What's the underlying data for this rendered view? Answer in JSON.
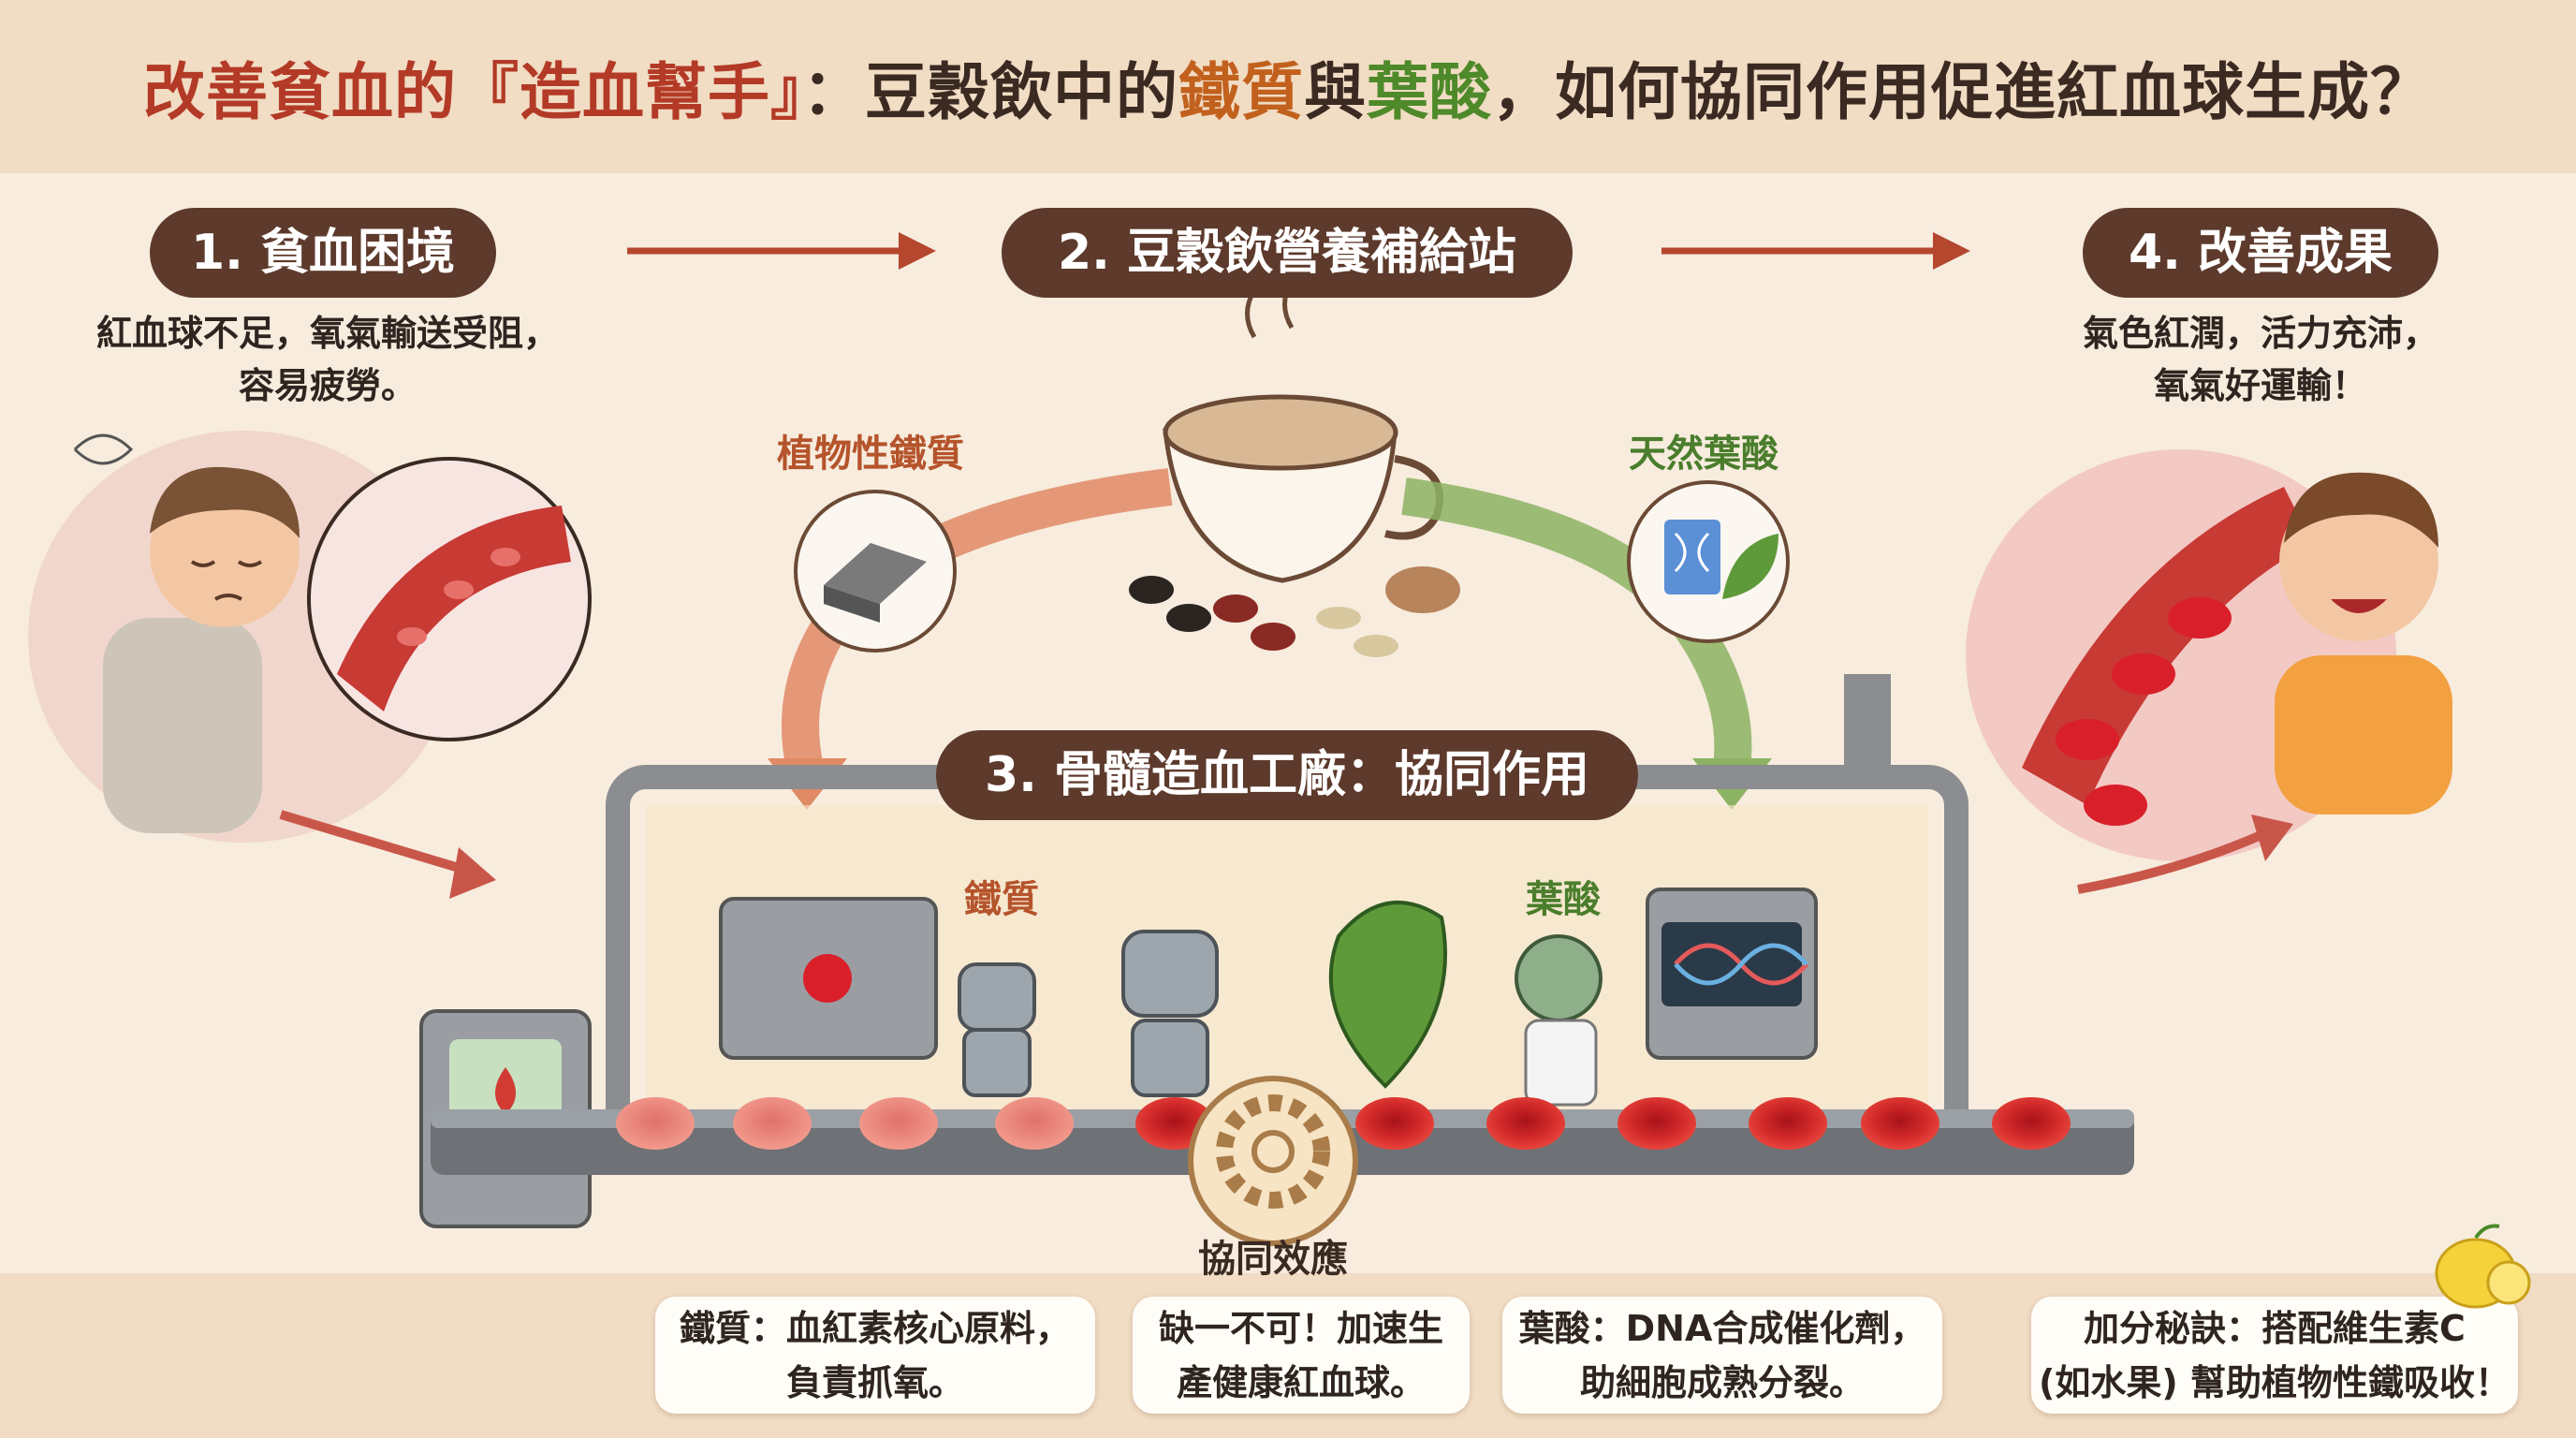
{
  "title": {
    "part1": "改善貧血的『造血幫手』",
    "part2": "：豆穀飲中的",
    "iron": "鐵質",
    "part3": "與",
    "folate": "葉酸",
    "part4": "，如何協同作用促進紅血球生成？"
  },
  "steps": {
    "step1": {
      "label": "1. 貧血困境",
      "caption_line1": "紅血球不足，氧氣輸送受阻，",
      "caption_line2": "容易疲勞。"
    },
    "step2": {
      "label": "2. 豆穀飲營養補給站"
    },
    "step3": {
      "label": "3. 骨髓造血工廠：協同作用"
    },
    "step4": {
      "label": "4. 改善成果",
      "caption_line1": "氣色紅潤，活力充沛，",
      "caption_line2": "氧氣好運輸！"
    }
  },
  "nutrients": {
    "plant_iron": "植物性鐵質",
    "natural_folate": "天然葉酸",
    "iron": "鐵質",
    "folate": "葉酸"
  },
  "synergy": "協同效應",
  "notes": {
    "iron_line1": "鐵質：血紅素核心原料，",
    "iron_line2": "負責抓氧。",
    "synergy_line1": "缺一不可！加速生",
    "synergy_line2": "產健康紅血球。",
    "folate_line1": "葉酸：DNA合成催化劑，",
    "folate_line2": "助細胞成熟分裂。",
    "tip_line1": "加分秘訣：搭配維生素C",
    "tip_line2": "(如水果) 幫助植物性鐵吸收！"
  },
  "colors": {
    "accent_red": "#b33a26",
    "iron_orange": "#c2611d",
    "folate_green": "#4e8a2a",
    "pill_brown": "#5d3a2c",
    "background": "#f7ecdd"
  },
  "icons": [
    "tired-boy-icon",
    "blood-vessel-icon",
    "coffee-cup-icon",
    "beans-grains-icon",
    "iron-bar-icon",
    "dna-document-icon",
    "leaf-icon",
    "dna-icon",
    "factory-machine-icon",
    "robot-icon",
    "leaf-character-icon",
    "scientist-icon",
    "computer-dna-icon",
    "red-blood-cell-icon",
    "gear-icon",
    "happy-boy-icon",
    "lemon-icon",
    "arrow-icon"
  ]
}
